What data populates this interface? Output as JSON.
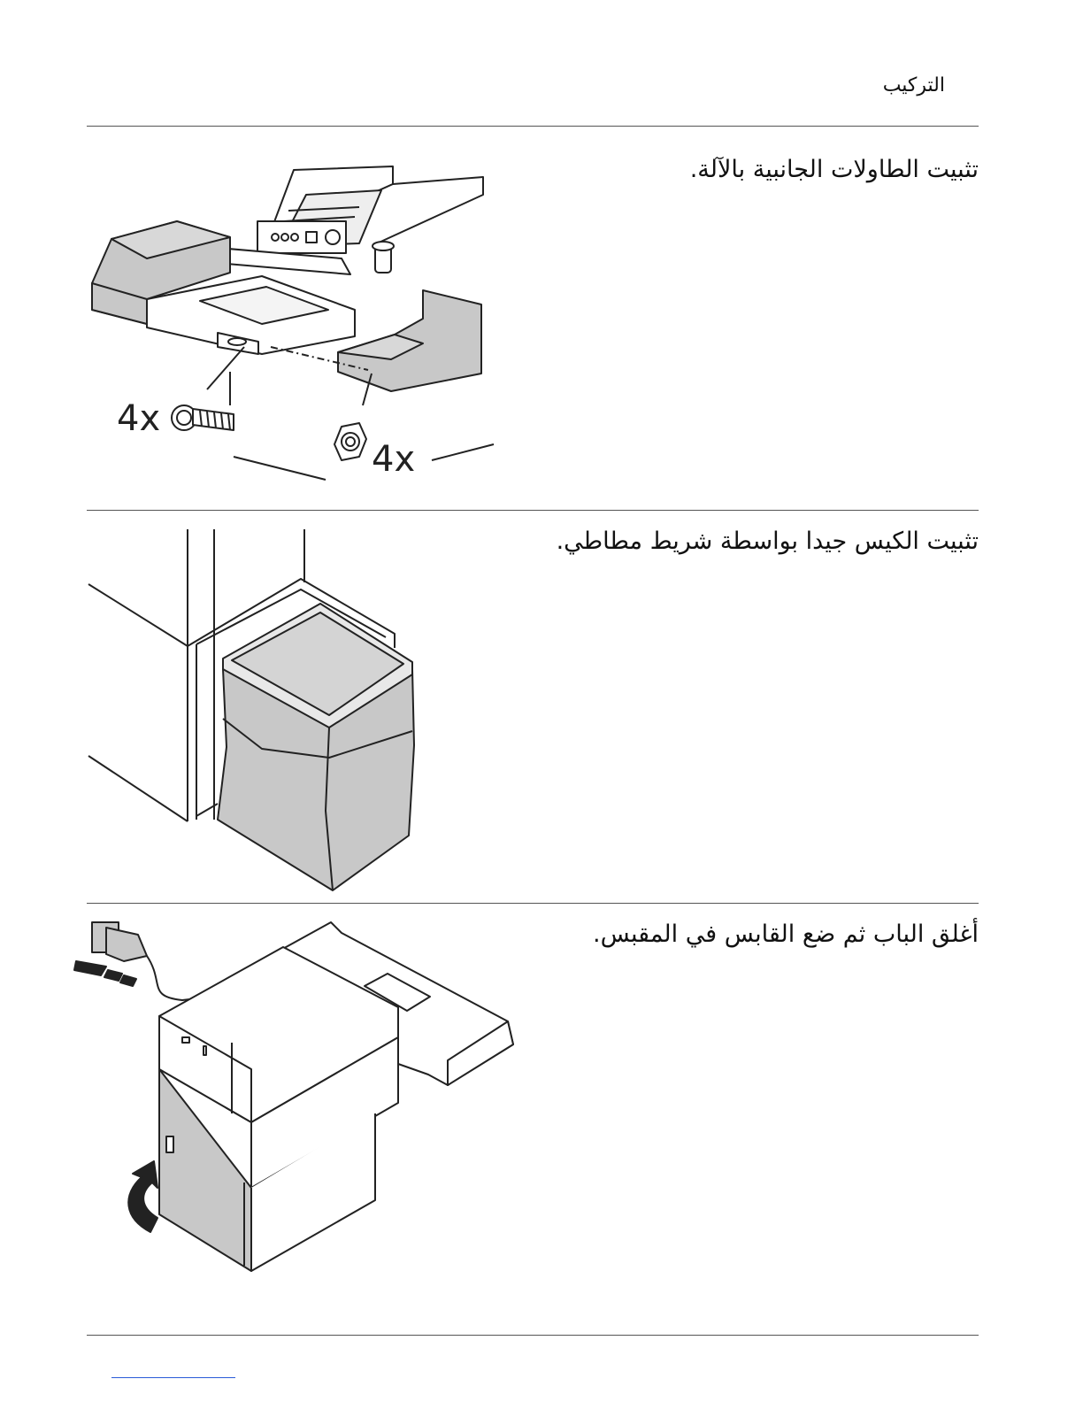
{
  "header": {
    "section_title": "التركيب"
  },
  "steps": [
    {
      "text": "تثبيت الطاولات الجانبية بالآلة.",
      "figure_labels": {
        "bolts": "4x",
        "nuts": "4x"
      }
    },
    {
      "text": "تثبيت الكيس جيدا بواسطة شريط مطاطي."
    },
    {
      "text": "أغلق الباب ثم ضع القابس في المقبس."
    }
  ],
  "colors": {
    "rule": "#555555",
    "fill_gray": "#c8c8c8",
    "link": "#2a5bd7"
  }
}
